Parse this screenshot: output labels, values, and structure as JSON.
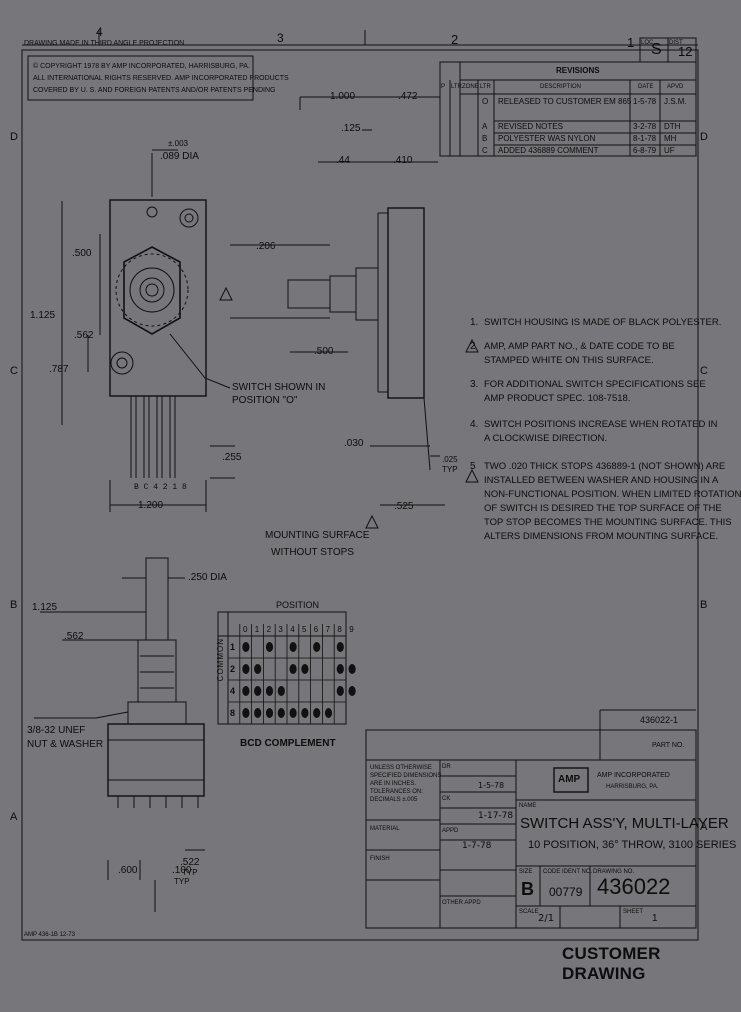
{
  "header": {
    "drawing_note": "DRAWING MADE IN THIRD ANGLE PROJECTION",
    "zones_top": [
      "4",
      "3",
      "2",
      "1"
    ],
    "zones_side": [
      "D",
      "C",
      "B",
      "A"
    ],
    "loc": "LOC",
    "loc_value": "S",
    "dist": "DIST",
    "dist_value": "12"
  },
  "copyright": {
    "line1": "© COPYRIGHT 1978 BY AMP INCORPORATED, HARRISBURG, PA.",
    "line2": "ALL INTERNATIONAL RIGHTS RESERVED. AMP INCORPORATED PRODUCTS",
    "line3": "COVERED BY U. S. AND FOREIGN PATENTS AND/OR PATENTS PENDING"
  },
  "revisions": {
    "title": "REVISIONS",
    "columns": [
      "P",
      "LTR",
      "ZONE",
      "LTR",
      "DESCRIPTION",
      "DATE",
      "APVD"
    ],
    "rows": [
      {
        "ltr": "O",
        "desc": "RELEASED TO CUSTOMER  EM 865",
        "date": "1-5-78",
        "apvd": "J.S.M."
      },
      {
        "ltr": "A",
        "desc": "REVISED NOTES",
        "date": "3-2-78",
        "apvd": "DTH"
      },
      {
        "ltr": "B",
        "desc": "POLYESTER WAS NYLON",
        "date": "8-1-78",
        "apvd": "MH"
      },
      {
        "ltr": "C",
        "desc": "ADDED 436889 COMMENT",
        "date": "6-8-79",
        "apvd": "UF"
      }
    ]
  },
  "dims": {
    "d_1000": "1.000",
    "d_472": ".472",
    "d_125": ".125",
    "d_44": ".44",
    "d_410": ".410",
    "tol_003": "±.003",
    "dia_089": ".089 DIA",
    "d_206": ".206",
    "d_500a": ".500",
    "d_500b": ".500",
    "d_1125a": "1.125",
    "d_562a": ".562",
    "d_787": ".787",
    "d_030": ".030",
    "d_025": ".025",
    "typ_a": "TYP",
    "d_525": ".525",
    "d_255": ".255",
    "d_1200": "1.200",
    "pins": "B  C  4  2  1  8",
    "dia_250": ".250 DIA",
    "d_1125b": "1.125",
    "d_562b": ".562",
    "nut": "3/8-32 UNEF",
    "nut2": "NUT & WASHER",
    "d_522": ".522",
    "typ_b": "TYP",
    "d_600": ".600",
    "d_100": ".100",
    "typ_c": "TYP"
  },
  "callouts": {
    "switch_shown": "SWITCH SHOWN IN",
    "position_o": "POSITION \"O\"",
    "mounting": "MOUNTING SURFACE",
    "without_stops": "WITHOUT STOPS"
  },
  "notes": [
    {
      "num": "1.",
      "text": [
        "SWITCH HOUSING IS MADE OF BLACK POLYESTER."
      ]
    },
    {
      "num": "2",
      "text": [
        "AMP, AMP PART NO., & DATE CODE TO BE",
        "STAMPED WHITE ON THIS SURFACE."
      ]
    },
    {
      "num": "3.",
      "text": [
        "FOR ADDITIONAL SWITCH SPECIFICATIONS SEE",
        "AMP PRODUCT SPEC. 108-7518."
      ]
    },
    {
      "num": "4.",
      "text": [
        "SWITCH POSITIONS INCREASE WHEN ROTATED IN",
        "A CLOCKWISE DIRECTION."
      ]
    },
    {
      "num": "5",
      "text": [
        "TWO .020 THICK STOPS 436889-1 (NOT SHOWN) ARE",
        "INSTALLED BETWEEN WASHER AND HOUSING IN A",
        "NON-FUNCTIONAL POSITION. WHEN LIMITED ROTATION",
        "OF SWITCH IS DESIRED THE TOP SURFACE OF THE",
        "TOP STOP BECOMES THE MOUNTING SURFACE. THIS",
        "ALTERS DIMENSIONS FROM MOUNTING SURFACE."
      ]
    }
  ],
  "table": {
    "title": "POSITION",
    "side_label": "COMMON",
    "cols": [
      "0",
      "1",
      "2",
      "3",
      "4",
      "5",
      "6",
      "7",
      "8",
      "9"
    ],
    "rows": [
      "1",
      "2",
      "4",
      "8"
    ],
    "caption": "BCD COMPLEMENT"
  },
  "title_block": {
    "part_no_small": "436022-1",
    "part_no_label": "PART NO.",
    "tol1": "UNLESS OTHERWISE",
    "tol2": "SPECIFIED DIMENSIONS",
    "tol3": "ARE IN INCHES.",
    "tol4": "TOLERANCES ON:",
    "tol5": "DECIMALS  ±.005",
    "dr": "DR",
    "ck": "CK",
    "appd": "APPD",
    "material": "MATERIAL",
    "finish": "FINISH",
    "other_appd": "OTHER APPD",
    "company": "AMP INCORPORATED",
    "company2": "HARRISBURG, PA.",
    "logo": "AMP",
    "name_label": "NAME",
    "name1": "SWITCH ASS'Y, MULTI-LAYER",
    "name2": "10 POSITION, 36° THROW, 3100 SERIES",
    "size_label": "SIZE",
    "code_label": "CODE IDENT NO.",
    "dwg_label": "DRAWING NO.",
    "size": "B",
    "code": "00779",
    "dwg": "436022",
    "scale_label": "SCALE",
    "scale": "2/1",
    "sheet_label": "SHEET",
    "sheet": "1",
    "form": "AMP 436-1B 12-73",
    "customer": "CUSTOMER DRAWING",
    "sig_date1": "1-5-78",
    "sig_date2": "1-17-78",
    "sig_date3": "1-7-78"
  }
}
